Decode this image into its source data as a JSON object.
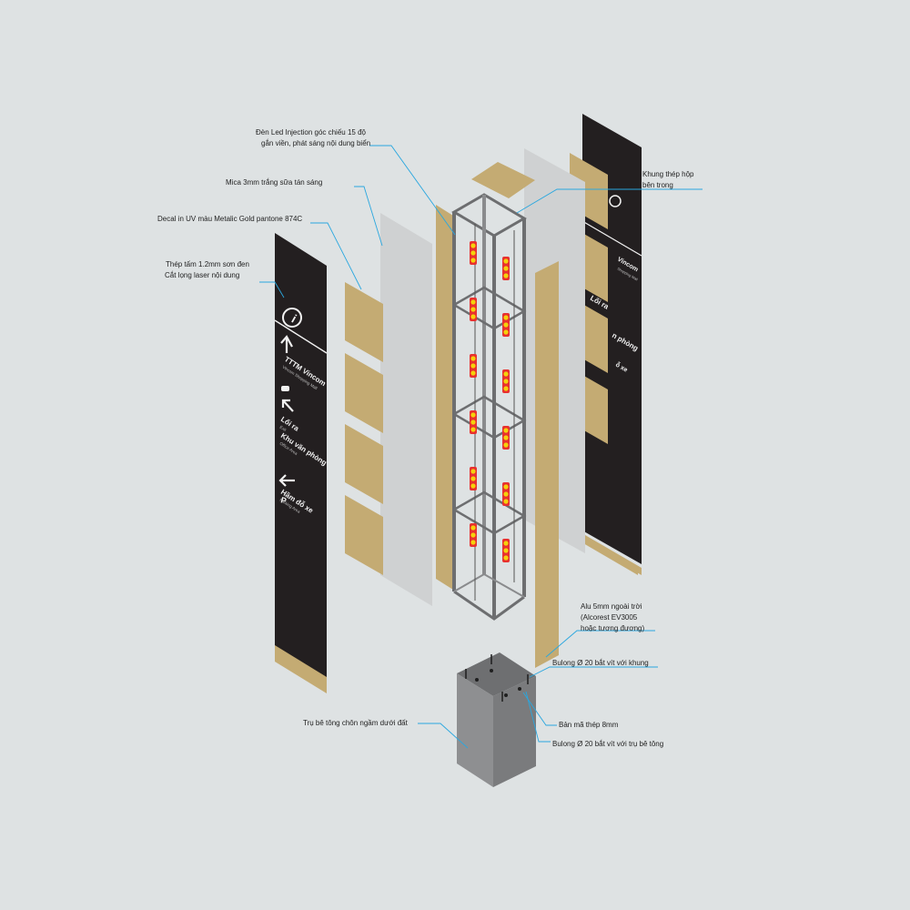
{
  "colors": {
    "background": "#dee2e3",
    "panel_black": "#231f20",
    "gold": "#c4ab73",
    "mica": "#cfd1d2",
    "frame": "#6d6e70",
    "led_red": "#e8312f",
    "led_yellow": "#f5d10a",
    "concrete": "#8e8f91",
    "leader": "#2aa7df"
  },
  "callouts": {
    "led_line1": "Đèn Led Injection góc chiếu 15 độ",
    "led_line2": "gắn viền, phát sáng nội dung biển",
    "mica": "Mica 3mm trắng sữa tán sáng",
    "decal": "Decal in UV màu Metalic Gold pantone 874C",
    "steel_line1": "Thép tấm 1.2mm sơn đen",
    "steel_line2": "Cắt lọng laser nội dung",
    "frame_line1": "Khung thép hộp",
    "frame_line2": "bên trong",
    "alu_line1": "Alu 5mm ngoài trời",
    "alu_line2": "(Alcorest EV3005",
    "alu_line3": "hoặc tương đương)",
    "bolt_frame": "Bulong Ø 20 bắt vít với khung",
    "plate": "Bản mã thép 8mm",
    "bolt_concrete": "Bulong Ø 20 bắt vít với trụ bê tông",
    "concrete": "Trụ bê tông chôn ngầm dưới đất"
  },
  "sign": {
    "info_icon": "i",
    "mall": "TTTM Vincom",
    "mall_sub": "Vincom Shopping Mall",
    "exit": "Lối ra",
    "exit_sub": "Exit",
    "office": "Khu văn phòng",
    "office_sub": "Office Area",
    "parking": "Hầm đỗ xe",
    "parking_sub": "Parking Area",
    "parking_icon": "P"
  },
  "back_sign": {
    "mall": "Vincom",
    "mall_sub": "Shopping Mall",
    "exit": "Lối ra",
    "office": "n phòng",
    "parking": "ỗ xe"
  }
}
